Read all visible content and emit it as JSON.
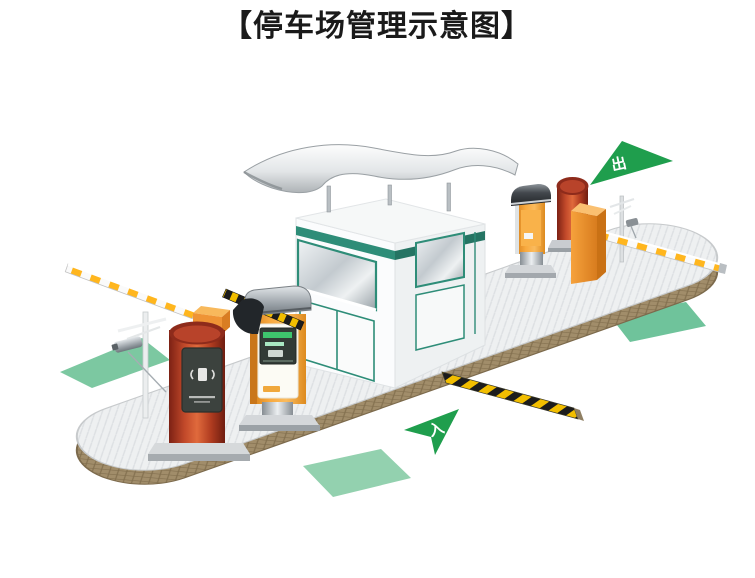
{
  "title": "【停车场管理示意图】",
  "arrows": {
    "entrance_label": "入",
    "exit_label": "出"
  },
  "colors": {
    "title_text": "#1A1A1A",
    "trim_green": "#2E8D78",
    "arrow_green": "#1F9E4D",
    "lane_marking_green": "#7CC8A1",
    "lane_marking_green_light": "#93D1AF",
    "lane_marking_green_dark": "#6FC39B",
    "machine_orange": "#F29B38",
    "column_red": "#C2492A",
    "hazard_yellow": "#F2BE00",
    "hazard_black": "#1C1C1C",
    "boom_stripe_yellow": "#FFB61E",
    "island_surface_gray": "#EEF0F1",
    "island_edge_brown": "#A18D6A",
    "canopy_gray": "#C2C6C9",
    "booth_wall_white": "#FBFCFC"
  },
  "components": [
    "canopy-roof",
    "guard-booth",
    "parking-island",
    "entrance-barrier-boom",
    "entrance-barrier-column",
    "entrance-ticket-machine",
    "exit-ticket-machine",
    "exit-barrier-cabinet",
    "exit-barrier-boom",
    "cctv-pole-left",
    "cctv-pole-right",
    "speed-bump",
    "lane-marking-left",
    "lane-marking-bottom",
    "lane-marking-right",
    "entrance-arrow",
    "exit-arrow"
  ]
}
